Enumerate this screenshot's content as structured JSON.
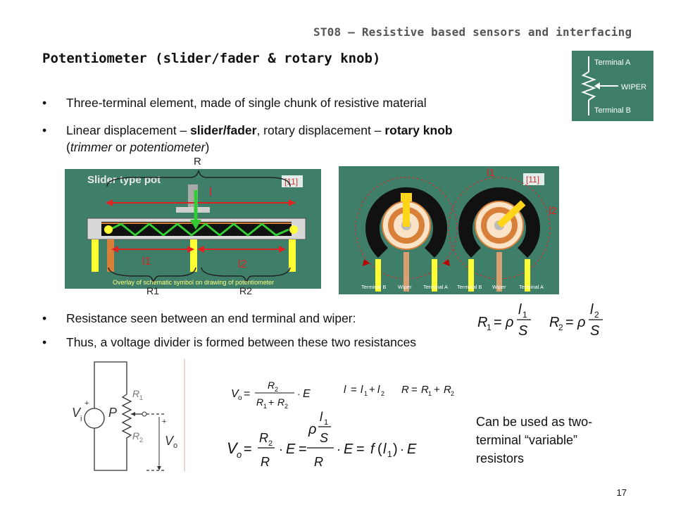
{
  "header": {
    "course": "ST08 – Resistive based sensors and interfacing"
  },
  "slide": {
    "title": "Potentiometer (slider/fader & rotary knob)",
    "page_number": "17"
  },
  "bullets": {
    "b1": "Three-terminal element, made of single chunk of resistive material",
    "b2_a": "Linear displacement – ",
    "b2_b": "slider/fader",
    "b2_c": ", rotary displacement – ",
    "b2_d": "rotary knob",
    "b2_e": "(",
    "b2_f": "trimmer",
    "b2_g": " or ",
    "b2_h": "potentiometer",
    "b2_i": ")",
    "b3": "Resistance seen between an end terminal and wiper:",
    "b4": "Thus, a voltage divider is formed between these two resistances",
    "bullet_char": "•"
  },
  "symbol_box": {
    "terminal_a": "Terminal A",
    "wiper": "WIPER",
    "terminal_b": "Terminal B"
  },
  "slider_figure": {
    "caption": "Slider type pot",
    "ref": "[11]",
    "overlay": "Overlay of schematic symbol on drawing of potentiometer",
    "R": "R",
    "l": "l",
    "l1": "l1",
    "l2": "l2",
    "R1": "R1",
    "R2": "R2"
  },
  "rotary_figure": {
    "ref": "[11]",
    "l1": "l1",
    "l2": "l2",
    "terminal_b": "Terminal B",
    "wiper": "Wiper",
    "terminal_a": "Terminal A"
  },
  "circuit": {
    "Vi": "V",
    "Vi_sub": "i",
    "P": "P",
    "R1": "R",
    "R1_sub": "1",
    "R2": "R",
    "R2_sub": "2",
    "Vo": "V",
    "Vo_sub": "o",
    "plus": "+",
    "minus": "−"
  },
  "note": {
    "line1": "Can be used as two-",
    "line2": "terminal “variable”",
    "line3": "resistors"
  }
}
